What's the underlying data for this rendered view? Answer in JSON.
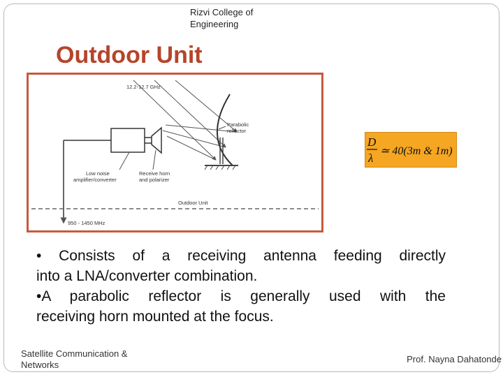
{
  "header": {
    "college_line1": "Rizvi College of",
    "college_line2": "Engineering"
  },
  "slide": {
    "title": "Outdoor Unit"
  },
  "diagram": {
    "frequency_in": "12.2-12.7 GHz",
    "reflector_label_1": "Parabolic",
    "reflector_label_2": "reflector",
    "lna_label_1": "Low noise",
    "lna_label_2": "amplifier/converter",
    "horn_label_1": "Receive horn",
    "horn_label_2": "and polarizer",
    "unit_label": "Outdoor Unit",
    "frequency_out": "950 - 1450 MHz"
  },
  "formula": {
    "numerator": "D",
    "denominator": "λ",
    "rhs": "≃ 40(3m & 1m)"
  },
  "bullets": {
    "line1": "• Consists of a receiving antenna feeding directly",
    "line2": "into a LNA/converter   combination.",
    "line3": "•A parabolic reflector is generally used with the",
    "line4": "receiving horn mounted at the focus."
  },
  "footer": {
    "course_line1": "Satellite Communication &",
    "course_line2": "Networks",
    "author": "Prof. Nayna Dahatonde"
  },
  "colors": {
    "title": "#b5452b",
    "diagram_border": "#c65a3c",
    "formula_bg": "#f5a623"
  }
}
